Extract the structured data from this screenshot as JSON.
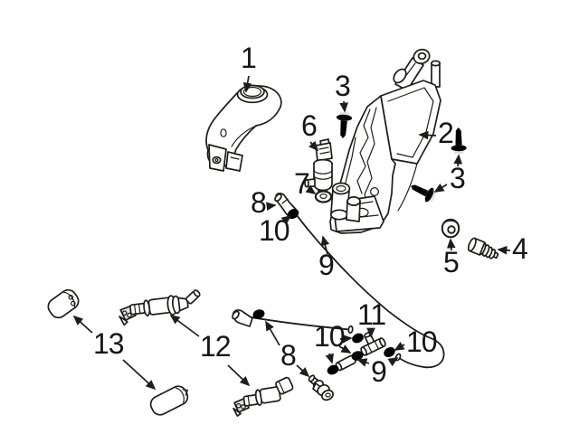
{
  "figure": {
    "kind": "exploded-parts-diagram",
    "subject": "headlamp-washer-system",
    "background_color": "#ffffff",
    "line_color": "#1d1d1b",
    "shade_color": "#e2e2e2"
  },
  "callouts": [
    {
      "id": "1",
      "label": "1"
    },
    {
      "id": "2",
      "label": "2"
    },
    {
      "id": "3-top",
      "label": "3"
    },
    {
      "id": "3-right",
      "label": "3"
    },
    {
      "id": "4",
      "label": "4"
    },
    {
      "id": "5",
      "label": "5"
    },
    {
      "id": "6",
      "label": "6"
    },
    {
      "id": "7",
      "label": "7"
    },
    {
      "id": "8-upper",
      "label": "8"
    },
    {
      "id": "8-lower",
      "label": "8"
    },
    {
      "id": "9-mid",
      "label": "9"
    },
    {
      "id": "9-bottom",
      "label": "9"
    },
    {
      "id": "10-upper",
      "label": "10"
    },
    {
      "id": "10-left",
      "label": "10"
    },
    {
      "id": "10-right",
      "label": "10"
    },
    {
      "id": "11",
      "label": "11"
    },
    {
      "id": "12",
      "label": "12"
    },
    {
      "id": "13",
      "label": "13"
    }
  ]
}
